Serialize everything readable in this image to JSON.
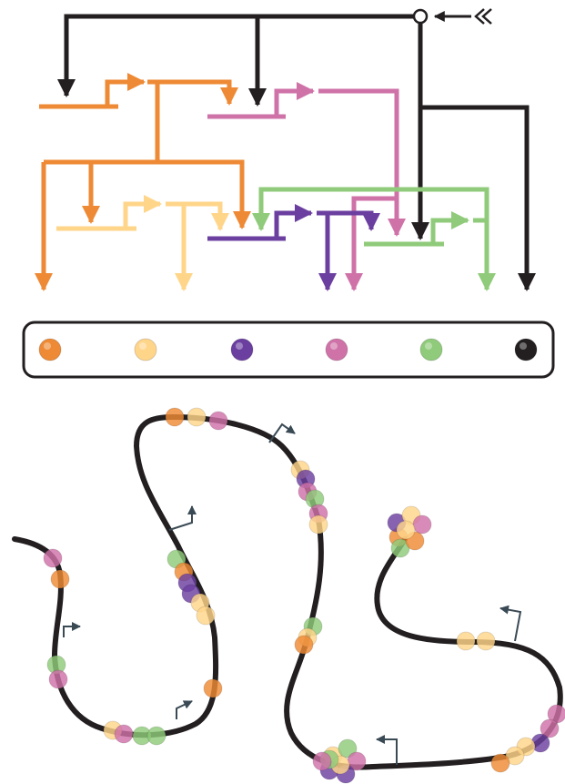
{
  "colors": {
    "orange": "#EE8A35",
    "yellow": "#FFD58A",
    "purple": "#6B3FA0",
    "pink": "#CF72A8",
    "green": "#8FCB7A",
    "black": "#231F20"
  },
  "legend": {
    "items": [
      {
        "name": "orange-factor",
        "color": "orange"
      },
      {
        "name": "yellow-factor",
        "color": "yellow"
      },
      {
        "name": "purple-factor",
        "color": "purple"
      },
      {
        "name": "pink-factor",
        "color": "pink"
      },
      {
        "name": "green-factor",
        "color": "green"
      },
      {
        "name": "black-factor",
        "color": "black"
      }
    ]
  },
  "icons": [
    "input-signal-icon",
    "node-circle-icon",
    "promoter-arrow-icon",
    "transcription-factor-bead-icon"
  ]
}
